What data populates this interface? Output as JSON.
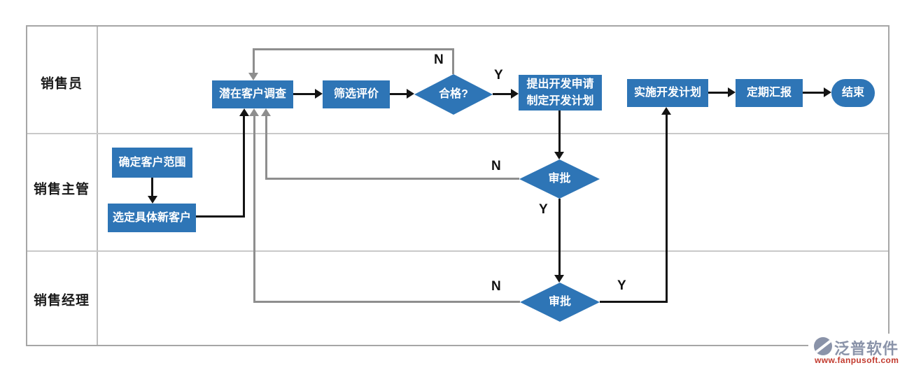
{
  "lanes": [
    {
      "label": "销售员"
    },
    {
      "label": "销售主管"
    },
    {
      "label": "销售经理"
    }
  ],
  "nodes": {
    "survey": {
      "label": "潜在客户调查",
      "type": "process"
    },
    "screening": {
      "label": "筛选评价",
      "type": "process"
    },
    "qualified": {
      "label": "合格?",
      "type": "decision"
    },
    "develop_plan": {
      "label": "提出开发申请\n制定开发计划",
      "type": "process"
    },
    "implement": {
      "label": "实施开发计划",
      "type": "process"
    },
    "report": {
      "label": "定期汇报",
      "type": "process"
    },
    "end": {
      "label": "结束",
      "type": "terminator"
    },
    "scope": {
      "label": "确定客户范围",
      "type": "process"
    },
    "select_customer": {
      "label": "选定具体新客户",
      "type": "process"
    },
    "approval1": {
      "label": "审批",
      "type": "decision"
    },
    "approval2": {
      "label": "审批",
      "type": "decision"
    }
  },
  "branch_labels": {
    "yes": "Y",
    "no": "N"
  },
  "colors": {
    "node_fill": "#2e75b6",
    "node_text": "#ffffff",
    "edge_black": "#141414",
    "edge_gray": "#8e8e8e",
    "table_border": "#a6a6a6",
    "logo_slate": "#8a93a9",
    "logo_url_red": "#c23a2e"
  },
  "logo": {
    "name": "泛普软件",
    "url": "www.fanpusoft.com"
  }
}
